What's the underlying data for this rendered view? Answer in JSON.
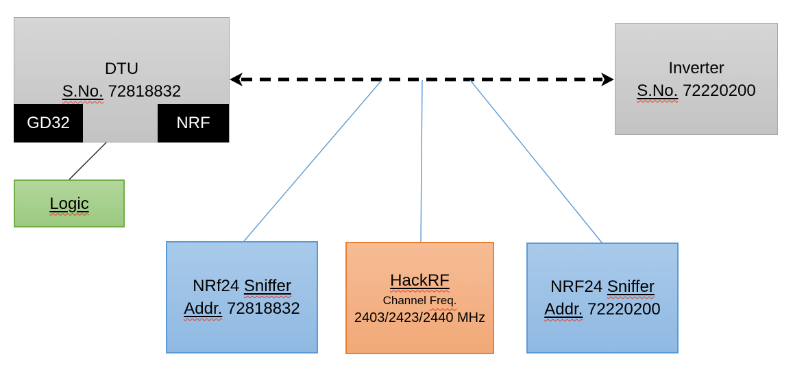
{
  "diagram": {
    "dtu": {
      "title": "DTU",
      "serial_label": "S.No.",
      "serial_value": "72818832",
      "chip_left": "GD32",
      "chip_right": "NRF"
    },
    "logic": {
      "label": "Logic"
    },
    "inverter": {
      "title": "Inverter",
      "serial_label": "S.No.",
      "serial_value": "72220200"
    },
    "sniffer_left": {
      "model": "NRf24",
      "role": "Sniffer",
      "addr_label": "Addr.",
      "address": "72818832"
    },
    "hackrf": {
      "title": "HackRF",
      "channel_word": "Channel",
      "freq_word": "Freq.",
      "frequencies": "2403/2423/2440 MHz"
    },
    "sniffer_right": {
      "model": "NRF24",
      "role": "Sniffer",
      "addr_label": "Addr.",
      "address": "72220200"
    }
  },
  "colors": {
    "canvas-bg": "#ffffff",
    "text": "#000000",
    "gray-fill-top": "#d6d6d6",
    "gray-fill-bottom": "#c3c3c3",
    "gray-border": "#a6a6a6",
    "black-fill": "#000000",
    "chip-text": "#ffffff",
    "green-fill-top": "#b3d69b",
    "green-fill-bottom": "#9bca80",
    "green-border": "#70ad47",
    "blue-fill-top": "#a9caea",
    "blue-fill-bottom": "#90b9e2",
    "blue-border": "#5b9bd5",
    "orange-fill-top": "#f6bc95",
    "orange-fill-bottom": "#f1a978",
    "orange-border": "#ed7d31",
    "connector-blue": "#5b9bd5",
    "line-black": "#000000",
    "squiggle-red": "#e03b24"
  }
}
